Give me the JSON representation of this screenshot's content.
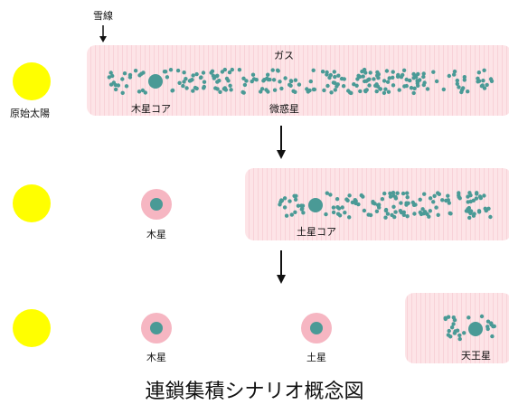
{
  "labels": {
    "snowline": "雪線",
    "gas": "ガス",
    "proto_sun": "原始太陽",
    "jupiter_core": "木星コア",
    "planetesimals": "微惑星",
    "jupiter_2": "木星",
    "saturn_core": "土星コア",
    "jupiter_3": "木星",
    "saturn_3": "土星",
    "uranus": "天王星"
  },
  "caption": "連鎖集積シナリオ概念図",
  "colors": {
    "sun": "#ffff00",
    "gas_disk": "#fde4e7",
    "gas_stripe": "#f8d2d8",
    "planetesimal": "#4a9a96",
    "core": "#4a9a96",
    "envelope": "#f6b6c2",
    "arrow": "#111111"
  },
  "icons": {
    "sun": "yellow-disk",
    "planet": "pink-ring-with-teal-core",
    "flow": "down-arrow"
  }
}
